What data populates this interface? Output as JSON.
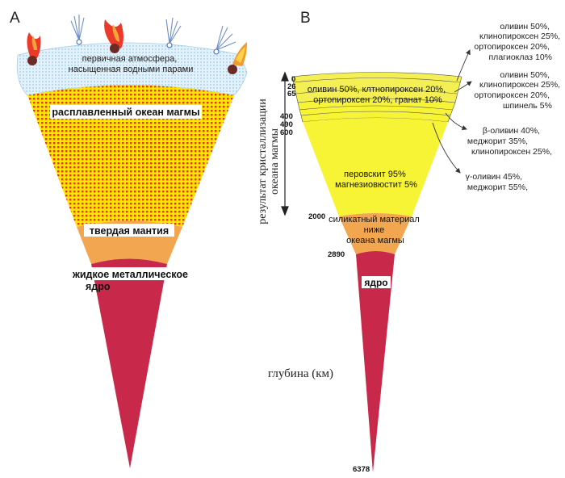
{
  "panel_a": {
    "letter": "A",
    "atmosphere_label": [
      "первичная атмосфера,",
      "насыщенная водными парами"
    ],
    "magma_ocean_label": "расплавленный океан магмы",
    "solid_mantle_label": "твердая мантия",
    "core_label": [
      "жидкое металлическое",
      "ядро"
    ]
  },
  "panel_b": {
    "letter": "B",
    "depth_ticks": [
      "0",
      "26",
      "65",
      "400",
      "490",
      "600",
      "2000",
      "2890",
      "6378"
    ],
    "vertical_axis_label": [
      "результат кристаллизации",
      "океана магмы"
    ],
    "depth_axis_label": "глубина (км)",
    "upper_layer_label": [
      "оливин 50%, клтнопироксен 20%,",
      "ортопироксен 20%, гранат 10%"
    ],
    "lower_mantle_label": [
      "перовскит 95%",
      "магнезиовюстит 5%"
    ],
    "silicate_label": [
      "силикатный материал",
      "ниже",
      "океана магмы"
    ],
    "core_label": "ядро",
    "callouts": [
      [
        "оливин 50%,",
        "клинопироксен 25%,",
        "ортопироксен 20%,",
        "плагиоклаз 10%"
      ],
      [
        "оливин 50%,",
        "клинопироксен 25%,",
        "ортопироксен 20%,",
        "шпинель 5%"
      ],
      [
        "β-оливин 40%,",
        "меджорит 35%,",
        "клинопироксен 25%,"
      ],
      [
        "γ-оливин 45%,",
        "меджорит 55%,"
      ]
    ]
  },
  "colors": {
    "atmosphere": "#cfe6f3",
    "magma": "#ffe500",
    "magma_dots": "#e8301c",
    "solid_mantle": "#f2a650",
    "core": "#c8284a",
    "mantle_yellow": "#f7f335",
    "upper_layer": "#f4f054"
  }
}
